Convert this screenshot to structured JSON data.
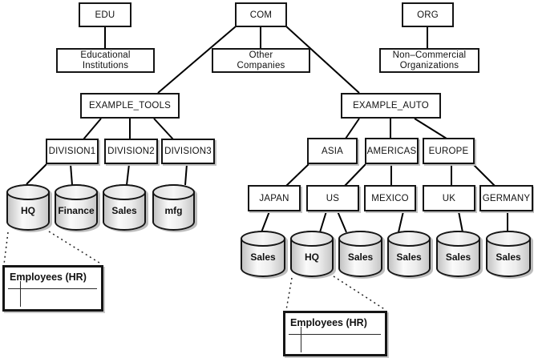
{
  "diagram": {
    "top_level": [
      {
        "label": "EDU",
        "description": "Educational\nInstitutions"
      },
      {
        "label": "COM",
        "description": "Other\nCompanies"
      },
      {
        "label": "ORG",
        "description": "Non–Commercial\nOrganizations"
      }
    ],
    "directories": [
      {
        "label": "EXAMPLE_TOOLS"
      },
      {
        "label": "EXAMPLE_AUTO"
      }
    ],
    "divisions": [
      "DIVISION1",
      "DIVISION2",
      "DIVISION3"
    ],
    "regions": [
      "ASIA",
      "AMERICAS",
      "EUROPE"
    ],
    "countries": [
      "JAPAN",
      "US",
      "MEXICO",
      "UK",
      "GERMANY"
    ],
    "tools_databases": [
      "HQ",
      "Finance",
      "Sales",
      "mfg"
    ],
    "auto_databases": [
      "Sales",
      "HQ",
      "Sales",
      "Sales",
      "Sales",
      "Sales"
    ],
    "hr_tables": [
      "Employees (HR)",
      "Employees (HR)"
    ]
  },
  "colors": {
    "box_border": "#151515",
    "box_fill": "#ffffff",
    "cylinder_light": "#fafafa",
    "cylinder_dark": "#c3c3c3",
    "connector": "#000000",
    "shadow": "#c2c2c2"
  }
}
